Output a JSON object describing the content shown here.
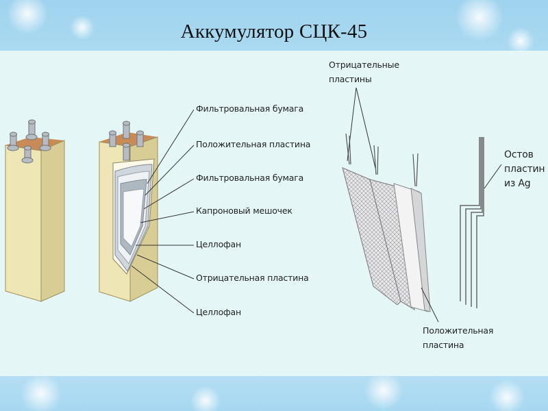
{
  "slide": {
    "title": "Аккумулятор СЦК-45"
  },
  "left_labels": [
    "Фильтровальная бумага",
    "Положительная пластина",
    "Фильтровальная бумага",
    "Капроновый мешочек",
    "Целлофан",
    "Отрицательная пластина",
    "Целлофан"
  ],
  "right_labels": {
    "negative_plates": "Отрицательные\nпластины",
    "plate_frame": "Остов\nпластин\nиз Ag",
    "positive_plate": "Положительная\nпластина"
  }
}
